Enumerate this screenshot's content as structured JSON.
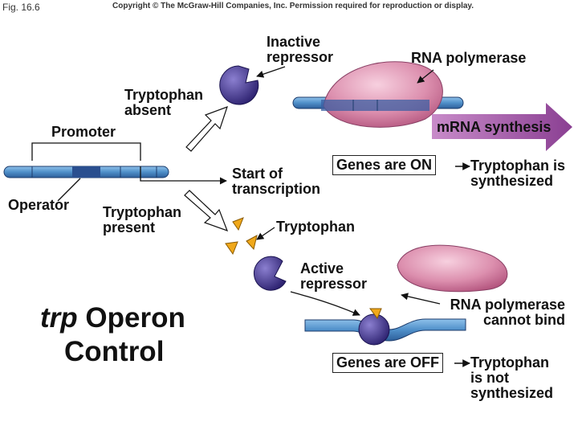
{
  "header": {
    "fig_label": "Fig. 16.6",
    "copyright": "Copyright © The McGraw-Hill Companies, Inc. Permission required for reproduction or display."
  },
  "labels": {
    "inactive_repressor": [
      "Inactive",
      "repressor"
    ],
    "rna_polymerase_top": "RNA polymerase",
    "tryptophan_absent": [
      "Tryptophan",
      "absent"
    ],
    "promoter": "Promoter",
    "mrna_synthesis": "mRNA synthesis",
    "genes_on": "Genes are ON",
    "tryptophan_synth": [
      "Tryptophan is",
      "synthesized"
    ],
    "start_transcription": [
      "Start of",
      "transcription"
    ],
    "operator": "Operator",
    "tryptophan_present": [
      "Tryptophan",
      "present"
    ],
    "tryptophan": "Tryptophan",
    "active_repressor": [
      "Active",
      "repressor"
    ],
    "rna_cannot_bind": [
      "RNA polymerase",
      "cannot bind"
    ],
    "genes_off": "Genes are OFF",
    "tryptophan_not": [
      "Tryptophan",
      "is not",
      "synthesized"
    ],
    "title_italic": "trp",
    "title_rest": " Operon",
    "title_line2": "Control"
  },
  "colors": {
    "dna": "#4f8fc9",
    "dna_dark": "#2a4f8f",
    "polymerase": "#d98fae",
    "repressor": "#4b3c96",
    "tryptophan": "#f0a81a",
    "arrow_fill": "#9b4f9f"
  }
}
